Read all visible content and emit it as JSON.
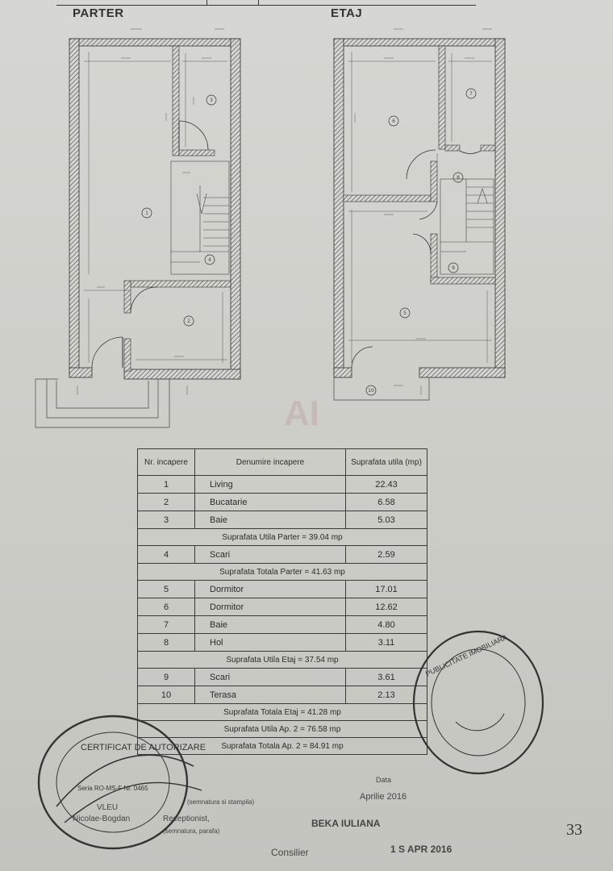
{
  "plans": {
    "parter": {
      "title": "PARTER",
      "rooms": [
        "1",
        "2",
        "3",
        "4"
      ]
    },
    "etaj": {
      "title": "ETAJ",
      "rooms": [
        "5",
        "6",
        "7",
        "8",
        "9",
        "10"
      ]
    }
  },
  "table": {
    "headers": [
      "Nr. incapere",
      "Denumire incapere",
      "Suprafata utila (mp)"
    ],
    "rows": [
      {
        "type": "room",
        "nr": "1",
        "name": "Living",
        "area": "22.43"
      },
      {
        "type": "room",
        "nr": "2",
        "name": "Bucatarie",
        "area": "6.58"
      },
      {
        "type": "room",
        "nr": "3",
        "name": "Baie",
        "area": "5.03"
      },
      {
        "type": "summary",
        "text": "Suprafata Utila Parter = 39.04 mp"
      },
      {
        "type": "room",
        "nr": "4",
        "name": "Scari",
        "area": "2.59"
      },
      {
        "type": "summary",
        "text": "Suprafata Totala Parter = 41.63 mp"
      },
      {
        "type": "room",
        "nr": "5",
        "name": "Dormitor",
        "area": "17.01"
      },
      {
        "type": "room",
        "nr": "6",
        "name": "Dormitor",
        "area": "12.62"
      },
      {
        "type": "room",
        "nr": "7",
        "name": "Baie",
        "area": "4.80"
      },
      {
        "type": "room",
        "nr": "8",
        "name": "Hol",
        "area": "3.11"
      },
      {
        "type": "summary",
        "text": "Suprafata Utila Etaj = 37.54 mp"
      },
      {
        "type": "room",
        "nr": "9",
        "name": "Scari",
        "area": "3.61"
      },
      {
        "type": "room",
        "nr": "10",
        "name": "Terasa",
        "area": "2.13"
      },
      {
        "type": "summary",
        "text": "Suprafata Totala Etaj = 41.28 mp"
      },
      {
        "type": "summary",
        "text": "Suprafata Utila Ap. 2 = 76.58 mp"
      },
      {
        "type": "summary",
        "text": "Suprafata Totala Ap. 2 = 84.91 mp"
      }
    ]
  },
  "signature": {
    "data_label": "Data",
    "data_value": "Aprilie 2016",
    "name": "Nicolae-Bogdan",
    "surname": "VLEU",
    "receptionist_label": "Receptionist,",
    "receptionist_note": "(semnatura, parafa)",
    "signature_note": "(semnatura si stampila)",
    "consilier_label": "Consilier",
    "consilier_date": "1 S APR 2016",
    "consilier_name": "BEKA IULIANA"
  },
  "stamps": {
    "left_title": "CERTIFICAT DE AUTORIZARE",
    "left_serie": "Seria RO-MS-F Nr. 0465",
    "right_text": "PUBLICITATE IMOBILIARA"
  },
  "page_number": "33",
  "watermark": "AI"
}
